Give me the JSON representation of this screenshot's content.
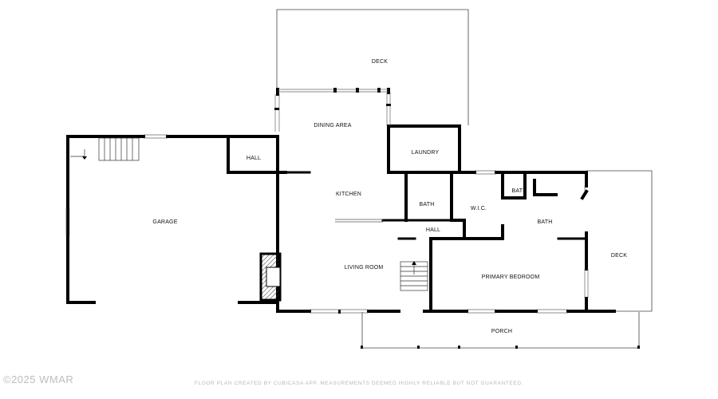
{
  "floor_plan": {
    "rooms": {
      "deck_north": "DECK",
      "dining_area": "DINING AREA",
      "laundry": "LAUNDRY",
      "hall_west": "HALL",
      "kitchen": "KITCHEN",
      "garage": "GARAGE",
      "bath_center": "BATH",
      "wic": "W.I.C.",
      "bath_small": "BATH",
      "bath_primary": "BATH",
      "hall_center": "HALL",
      "deck_east": "DECK",
      "living_room": "LIVING ROOM",
      "primary_bedroom": "PRIMARY BEDROOM",
      "porch": "PORCH"
    }
  },
  "footer": {
    "disclaimer": "FLOOR PLAN CREATED BY CUBICASA APP. MEASUREMENTS DEEMED HIGHLY RELIABLE BUT NOT GUARANTEED."
  },
  "watermark": {
    "text": "©2025 WMAR"
  }
}
